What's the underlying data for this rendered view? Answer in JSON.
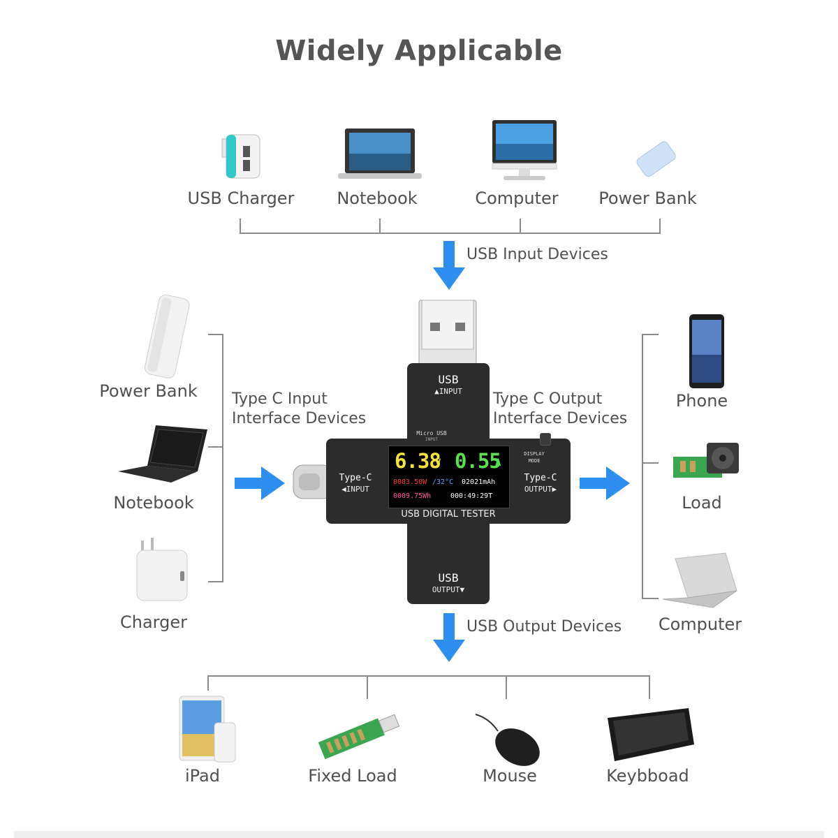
{
  "title": "Widely Applicable",
  "top_devices": [
    "USB Charger",
    "Notebook",
    "Computer",
    "Power Bank"
  ],
  "left_devices": [
    "Power Bank",
    "Notebook",
    "Charger"
  ],
  "right_devices": [
    "Phone",
    "Load",
    "Computer"
  ],
  "bottom_devices": [
    "iPad",
    "Fixed Load",
    "Mouse",
    "Keybboad"
  ],
  "flows": {
    "usb_input": "USB Input Devices",
    "usb_output": "USB Output Devices",
    "typec_input": [
      "Type C Input",
      "Interface Devices"
    ],
    "typec_output": [
      "Type C Output",
      "Interface Devices"
    ]
  },
  "tester": {
    "usb_top": "USB",
    "usb_top_sub": "▲INPUT",
    "micro_usb": "Micro USB",
    "micro_usb_sub": "INPUT",
    "typec_left": "Type-C",
    "typec_left_sub": "◀INPUT",
    "typec_right": "Type-C",
    "typec_right_sub": "OUTPUT▶",
    "display_mode": "DISPLAY",
    "display_mode_sub": "MODE",
    "usb_bottom": "USB",
    "usb_bottom_sub": "OUTPUT▼",
    "name": "USB DIGITAL TESTER",
    "voltage": "6.38",
    "voltage_unit": "V",
    "current": "0.55",
    "current_unit": "A",
    "power": "0003.50W",
    "temp": "/32°C",
    "capacity": "02021mAh",
    "energy": "0009.75Wh",
    "time": "000:49:29T"
  },
  "colors": {
    "arrow": "#2d8ef0",
    "device_body": "#2c2c2c",
    "voltage": "#f4e23a",
    "current": "#59e04f",
    "power": "#ff3a3a",
    "temp": "#5aa0ff",
    "capacity": "#ffffff",
    "energy": "#ff5aa8",
    "time": "#ffffff"
  }
}
